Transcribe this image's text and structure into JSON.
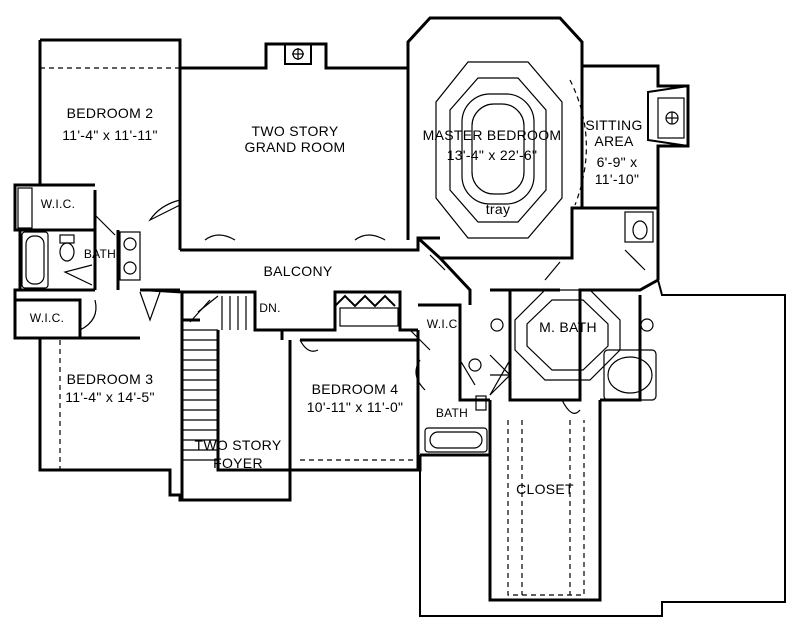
{
  "rooms": {
    "bedroom2": {
      "name": "BEDROOM 2",
      "dims": "11'-4\" x 11'-11\""
    },
    "grand_room": {
      "line1": "TWO STORY",
      "line2": "GRAND ROOM"
    },
    "master": {
      "name": "MASTER BEDROOM",
      "dims": "13'-4\" x 22'-6\"",
      "ceiling": "tray"
    },
    "sitting": {
      "line1": "SITTING",
      "line2": "AREA",
      "dims1": "6'-9\" x",
      "dims2": "11'-10\""
    },
    "wic1": {
      "name": "W.I.C."
    },
    "wic2": {
      "name": "W.I.C."
    },
    "wic3": {
      "name": "W.I.C."
    },
    "bath1": {
      "name": "BATH"
    },
    "bath2": {
      "name": "BATH"
    },
    "balcony": {
      "name": "BALCONY"
    },
    "stairs": {
      "name": "DN."
    },
    "mbath": {
      "name": "M. BATH"
    },
    "bedroom3": {
      "name": "BEDROOM 3",
      "dims": "11'-4\" x 14'-5\""
    },
    "bedroom4": {
      "name": "BEDROOM 4",
      "dims": "10'-11\" x 11'-0\""
    },
    "foyer": {
      "line1": "TWO STORY",
      "line2": "FOYER"
    },
    "closet": {
      "name": "CLOSET"
    }
  },
  "icons": {
    "fireplace": "fireplace-icon",
    "fixture": "plumbing-fixture-icon",
    "door": "door-swing-icon"
  },
  "colors": {
    "ink": "#000000",
    "paper": "#ffffff"
  }
}
